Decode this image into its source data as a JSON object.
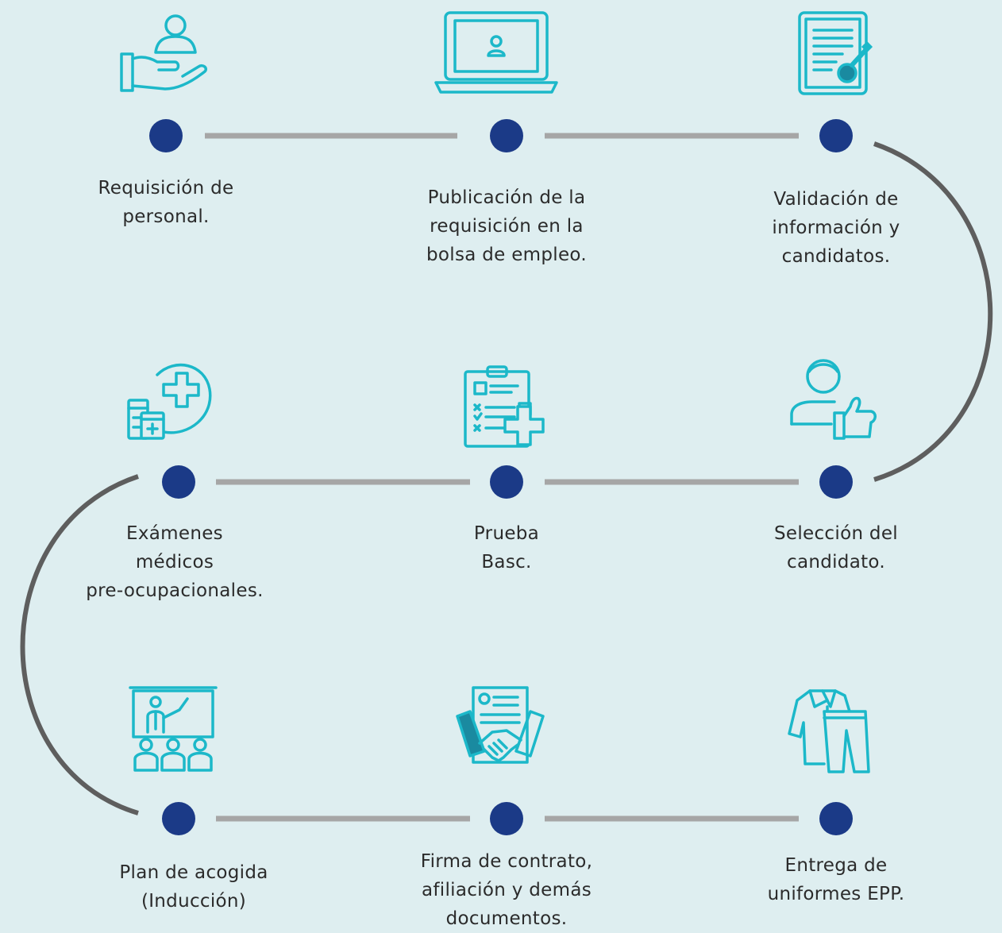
{
  "colors": {
    "background": "#deeef0",
    "node": "#1b3a87",
    "connector": "#a6a6a6",
    "curve": "#5e5e5e",
    "icon": "#1cb8c9",
    "text": "#2b2b2b"
  },
  "steps": [
    {
      "icon": "hand-holding-person-icon",
      "lines": [
        "Requisición de",
        "personal."
      ]
    },
    {
      "icon": "laptop-profile-icon",
      "lines": [
        "Publicación de la",
        "requisición en la",
        "bolsa de empleo."
      ]
    },
    {
      "icon": "document-stamp-icon",
      "lines": [
        "Validación de",
        "información y",
        "candidatos."
      ]
    },
    {
      "icon": "person-thumbs-up-icon",
      "lines": [
        "Selección del",
        "candidato."
      ]
    },
    {
      "icon": "clipboard-medical-icon",
      "lines": [
        "Prueba",
        "Basc."
      ]
    },
    {
      "icon": "medical-exam-cross-icon",
      "lines": [
        "Exámenes",
        "médicos",
        "pre-ocupacionales."
      ]
    },
    {
      "icon": "training-presentation-icon",
      "lines": [
        "Plan de acogida",
        "(Inducción)"
      ]
    },
    {
      "icon": "handshake-contract-icon",
      "lines": [
        "Firma de contrato,",
        "afiliación y demás",
        "documentos."
      ]
    },
    {
      "icon": "uniform-clothes-icon",
      "lines": [
        "Entrega de",
        "uniformes EPP."
      ]
    }
  ]
}
